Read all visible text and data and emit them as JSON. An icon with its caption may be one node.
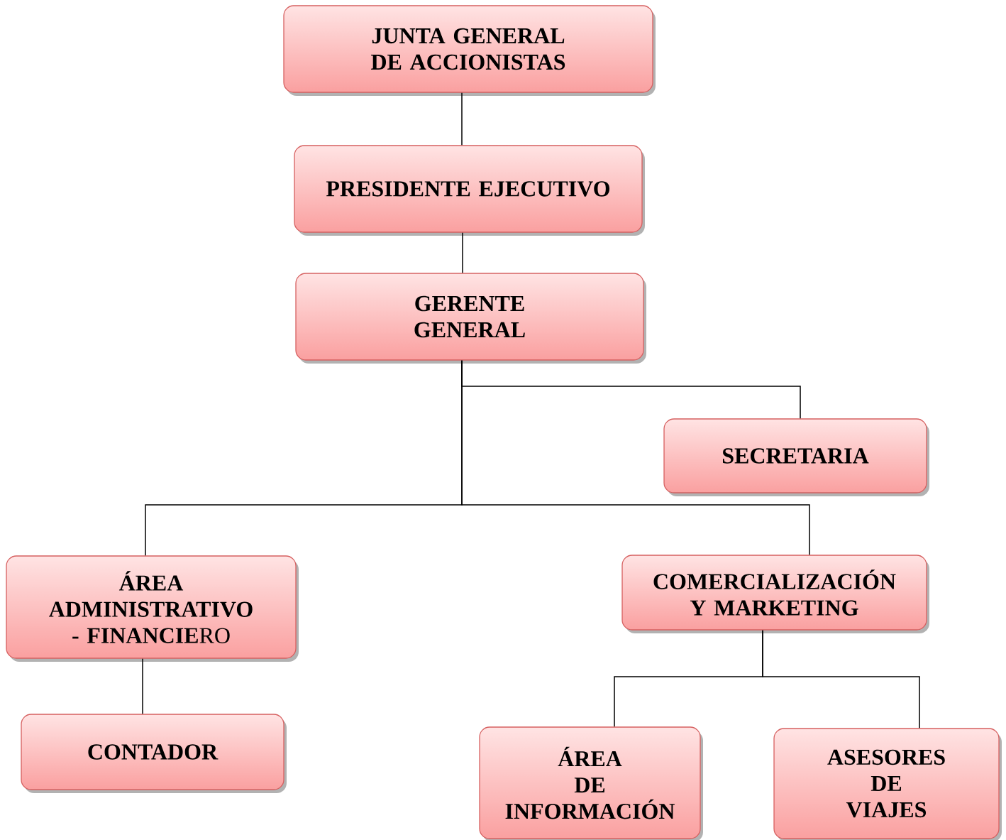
{
  "diagram": {
    "nodes": [
      {
        "text": [
          "JUNTA GENERAL DE ACCIONISTAS"
        ]
      },
      {
        "text": [
          "PRESIDENTE EJECUTIVO"
        ]
      },
      {
        "text": [
          "GERENTE GENERAL"
        ]
      },
      {
        "text": [
          "SECRETARIA"
        ]
      },
      {
        "text": [
          "**ÁREA ADMINISTRATIVO - FINANCIE**RO"
        ]
      },
      {
        "text": [
          "COMERCIALIZACIÓN Y MARKETING"
        ]
      },
      {
        "text": [
          "CONTADOR"
        ]
      },
      {
        "text": [
          "ÁREA DE INFORMACIÓN"
        ]
      },
      {
        "text": [
          "ASESORES DE VIAJES"
        ]
      }
    ],
    "edges": [
      {
        "from": 0,
        "to": 1,
        "arrow": "none"
      },
      {
        "from": 1,
        "to": 2,
        "arrow": "none"
      },
      {
        "from": 2,
        "to": 3,
        "arrow": "none"
      },
      {
        "from": 2,
        "to": 4,
        "arrow": "none"
      },
      {
        "from": 2,
        "to": 5,
        "arrow": "none"
      },
      {
        "from": 4,
        "to": 6,
        "arrow": "none"
      },
      {
        "from": 5,
        "to": 7,
        "arrow": "none"
      },
      {
        "from": 5,
        "to": 8,
        "arrow": "none"
      }
    ]
  }
}
